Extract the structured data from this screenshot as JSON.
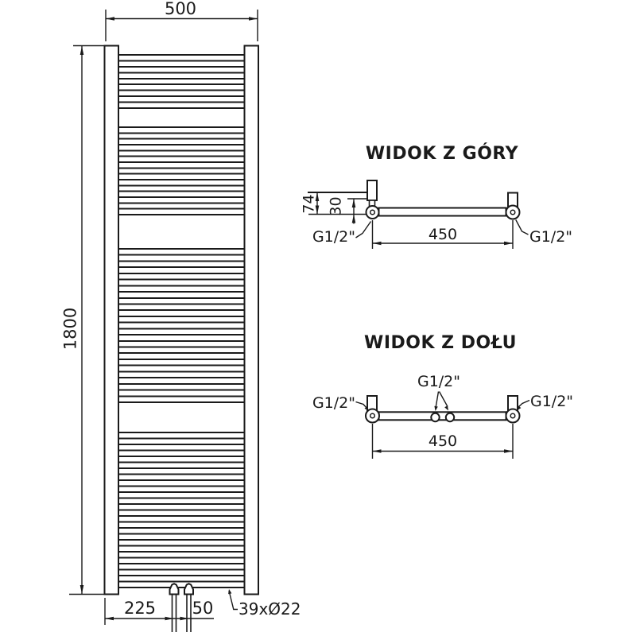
{
  "drawing": {
    "front_view": {
      "width_mm": "500",
      "height_mm": "1800",
      "inlet_offset_mm": "225",
      "inlet_spacing_mm": "50",
      "tube_spec": "39xØ22"
    },
    "top_view": {
      "title": "WIDOK Z GÓRY",
      "depth_mm": "74",
      "offset_mm": "30",
      "connection_spacing_mm": "450",
      "left_connection": "G1/2\"",
      "right_connection": "G1/2\""
    },
    "bottom_view": {
      "title": "WIDOK Z DOŁU",
      "connection_spacing_mm": "450",
      "left_connection": "G1/2\"",
      "center_connection": "G1/2\"",
      "right_connection": "G1/2\""
    }
  },
  "colors": {
    "line": "#1a1a1a",
    "background": "#ffffff"
  }
}
